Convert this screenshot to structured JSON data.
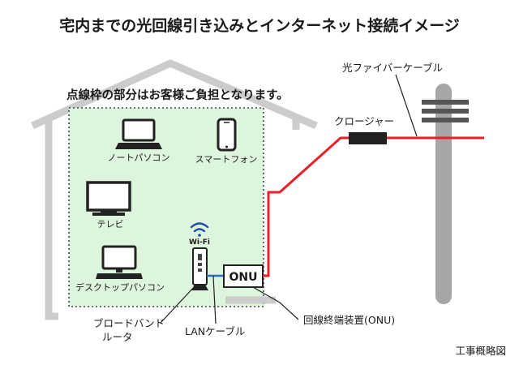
{
  "title": "宅内までの光回線引き込みとインターネット接続イメージ",
  "note": "点線枠の部分はお客様ご負担となります。",
  "devices": {
    "notebook": "ノートパソコン",
    "smartphone": "スマートフォン",
    "tv": "テレビ",
    "desktop": "デスクトップパソコン",
    "router_line1": "ブロードバンド",
    "router_line2": "ルータ",
    "wifi": "Wi-Fi",
    "onu_box": "ONU"
  },
  "callouts": {
    "lan_cable": "LANケーブル",
    "onu_device": "回線終端装置(ONU)",
    "closure": "クロージャー",
    "fiber_cable": "光ファイバーケーブル"
  },
  "footer": "工事概略図",
  "colors": {
    "fiber": "#e8202a",
    "lan": "#2b6cc4",
    "house_outline": "#cccccc",
    "zone_fill": "#ddf5dd",
    "pole": "#a6a6a6"
  }
}
